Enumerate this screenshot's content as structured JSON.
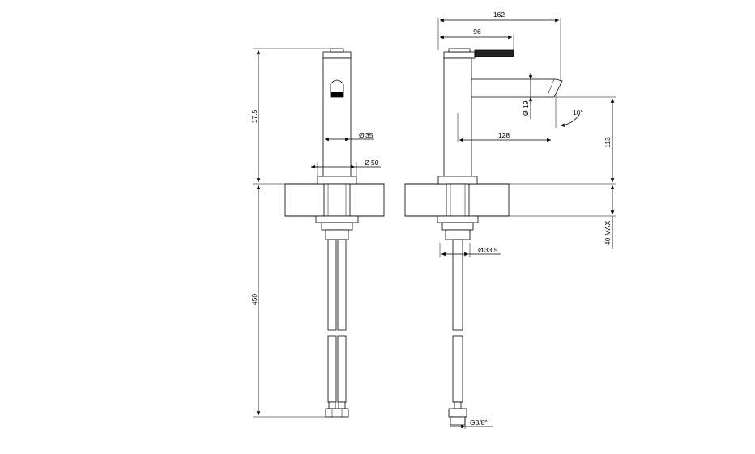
{
  "dimensions": {
    "height_body": "17.5",
    "dia_body": "35",
    "dia_base": "50",
    "hose_length": "450",
    "overall_width": "162",
    "handle_width": "96",
    "spout_dia": "19",
    "angle": "10°",
    "reach": "128",
    "spout_height": "113",
    "max_deck": "40 MAX",
    "dia_shank": "33.5",
    "thread": "G3/8\""
  },
  "diameter_symbol": "Ø"
}
